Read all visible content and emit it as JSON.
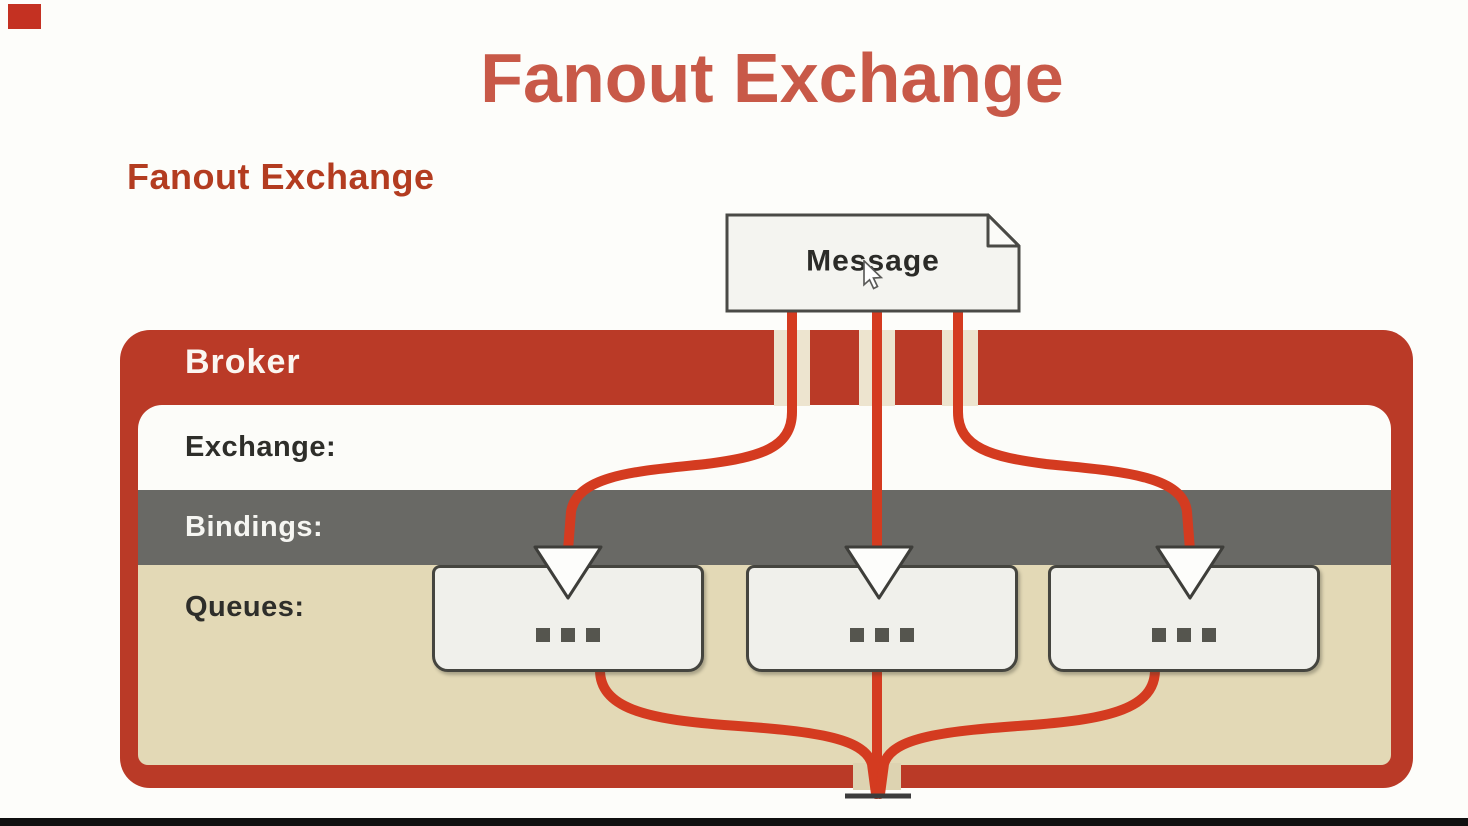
{
  "slide": {
    "title": "Fanout Exchange",
    "subtitle": "Fanout Exchange"
  },
  "diagram": {
    "message": {
      "label": "Message",
      "shape": "note-with-folded-corner"
    },
    "broker": {
      "label": "Broker",
      "rows": [
        {
          "label": "Exchange:"
        },
        {
          "label": "Bindings:"
        },
        {
          "label": "Queues:"
        }
      ],
      "queues": [
        {
          "content_icon": "ellipsis-dots"
        },
        {
          "content_icon": "ellipsis-dots"
        },
        {
          "content_icon": "ellipsis-dots"
        }
      ],
      "binding_arrow_count": 3
    },
    "connections": {
      "message_to_bindings_lines": 3,
      "queue_outputs_converging_lines": 3
    }
  },
  "cursor": {
    "icon": "arrow-cursor"
  },
  "colors": {
    "title": "#c85948",
    "subtitle": "#b33c20",
    "broker_red": "#ba3a27",
    "line_red": "#d43b20",
    "bindings_gray": "#696965",
    "queues_tan": "#e3d9b6",
    "queue_box_fill": "#f0f0eb",
    "queue_box_border": "#45453f",
    "marker_red": "#c43122"
  }
}
